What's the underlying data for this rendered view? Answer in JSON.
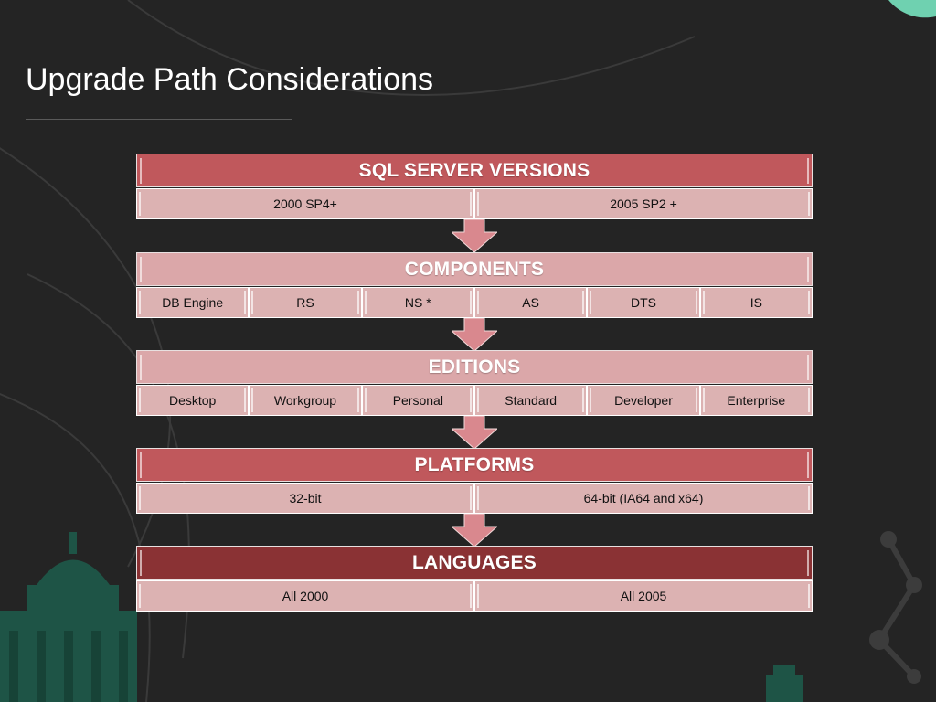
{
  "slide": {
    "title": "Upgrade Path Considerations"
  },
  "colors": {
    "background": "#242424",
    "header_medium": "#c0585c",
    "header_light": "#dba7a9",
    "header_dark": "#8a3234",
    "cell": "#dcb2b2",
    "accent_teal": "#6fd1b0",
    "building_green": "#1e5a4a"
  },
  "levels": [
    {
      "name": "SQL SERVER VERSIONS",
      "shade": "medium",
      "items": [
        "2000 SP4+",
        "2005 SP2 +"
      ]
    },
    {
      "name": "COMPONENTS",
      "shade": "light",
      "items": [
        "DB Engine",
        "RS",
        "NS *",
        "AS",
        "DTS",
        "IS"
      ]
    },
    {
      "name": "EDITIONS",
      "shade": "light",
      "items": [
        "Desktop",
        "Workgroup",
        "Personal",
        "Standard",
        "Developer",
        "Enterprise"
      ]
    },
    {
      "name": "PLATFORMS",
      "shade": "medium",
      "items": [
        "32-bit",
        "64-bit (IA64 and x64)"
      ]
    },
    {
      "name": "LANGUAGES",
      "shade": "dark",
      "items": [
        "All 2000",
        "All 2005"
      ]
    }
  ]
}
